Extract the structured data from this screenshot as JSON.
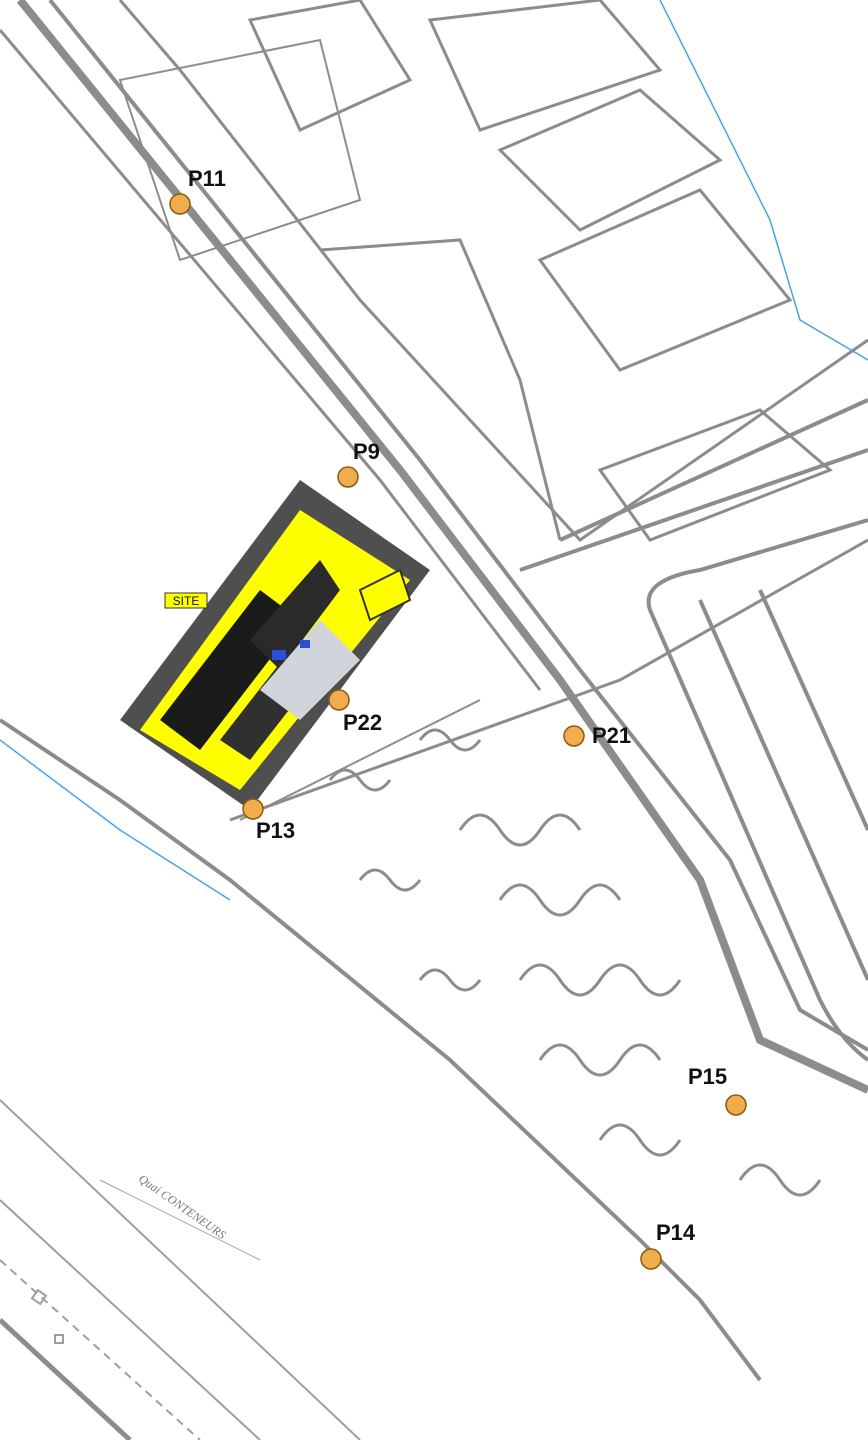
{
  "map": {
    "site_label": "SITE",
    "quay_label": "Quai CONTENEURS",
    "marker_color": "#f0ad4e",
    "site_color": "#ffff00",
    "road_color": "#8c8c8c",
    "water_color": "#4aa3df",
    "points": [
      {
        "id": "P11",
        "label": "P11"
      },
      {
        "id": "P9",
        "label": "P9"
      },
      {
        "id": "P22",
        "label": "P22"
      },
      {
        "id": "P21",
        "label": "P21"
      },
      {
        "id": "P13",
        "label": "P13"
      },
      {
        "id": "P15",
        "label": "P15"
      },
      {
        "id": "P14",
        "label": "P14"
      }
    ]
  }
}
